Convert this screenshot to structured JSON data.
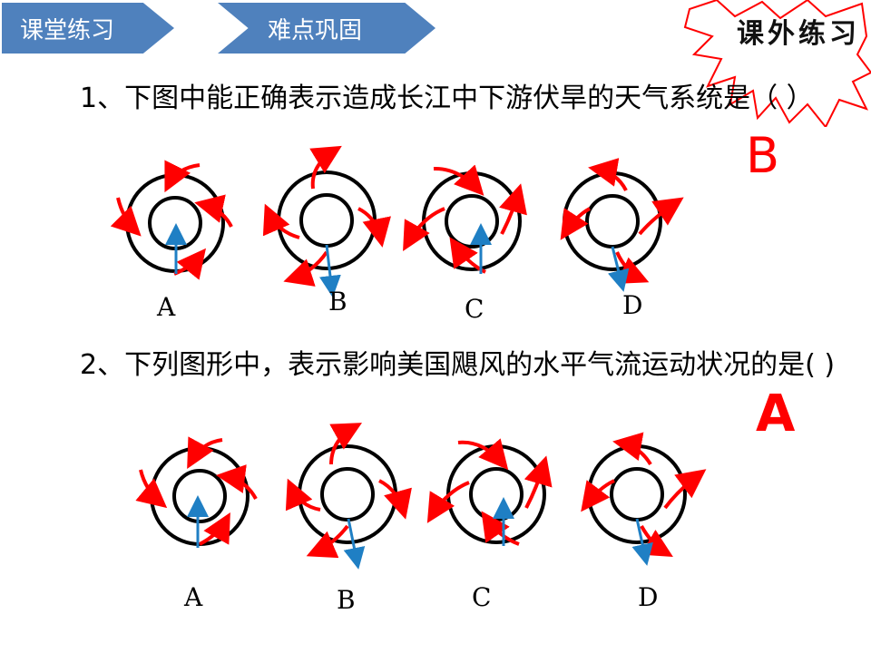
{
  "header": {
    "tab1": "课堂练习",
    "tab2": "难点巩固",
    "badge": "课外练习"
  },
  "question1": {
    "text": "1、下图中能正确表示造成长江中下游伏旱的天气系统是（    ）",
    "answer": "B",
    "options": [
      "A",
      "B",
      "C",
      "D"
    ]
  },
  "question2": {
    "text": "2、下列图形中，表示影响美国飓风的水平气流运动状况的是(   )",
    "answer": "A",
    "options": [
      "A",
      "B",
      "C",
      "D"
    ]
  }
}
